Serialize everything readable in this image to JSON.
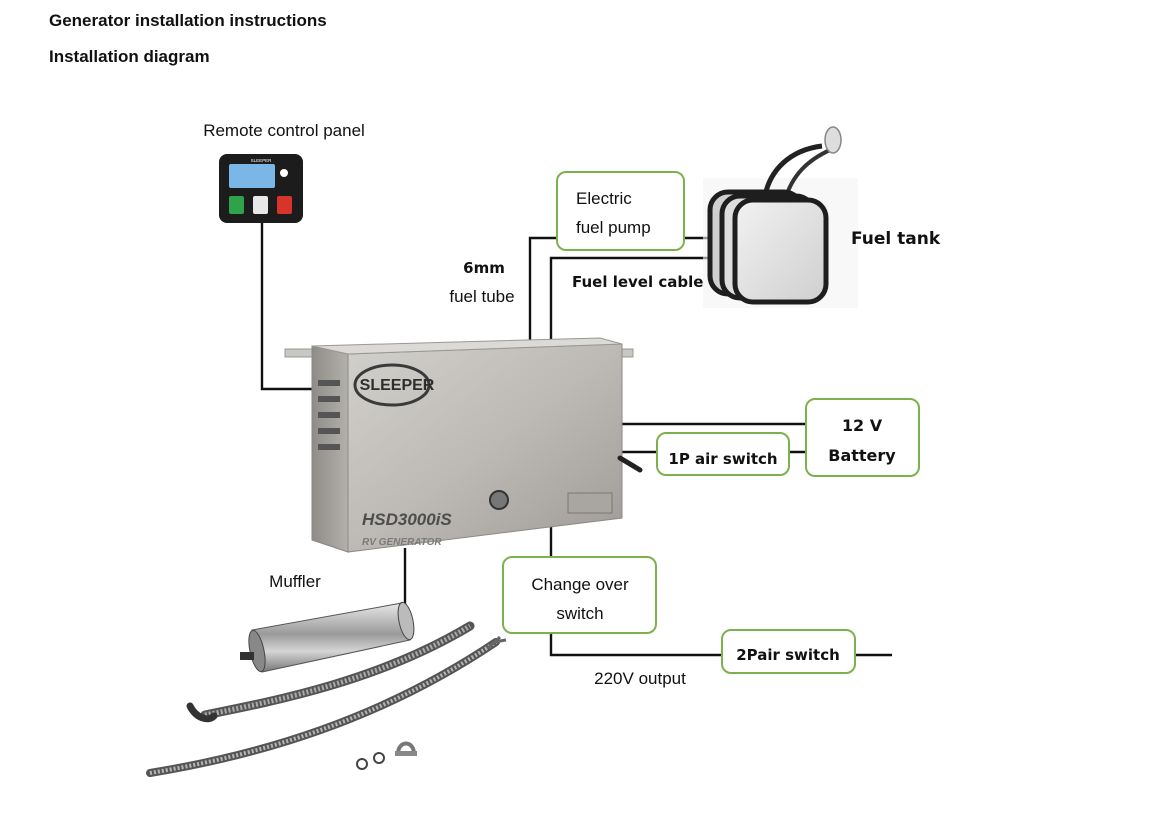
{
  "header": {
    "title": "Generator installation instructions",
    "subtitle": "Installation diagram"
  },
  "labels": {
    "remote_panel": "Remote control panel",
    "electric_pump_line1": "Electric",
    "electric_pump_line2": "fuel pump",
    "fuel_tank": "Fuel tank",
    "fuel_tube_line1": "6mm",
    "fuel_tube_line2": "fuel tube",
    "fuel_level_cable": "Fuel level cable",
    "battery_line1": "12 V",
    "battery_line2": "Battery",
    "air_switch": "1P air switch",
    "changeover_line1": "Change over",
    "changeover_line2": "switch",
    "pair_switch": "2Pair switch",
    "output": "220V output",
    "muffler": "Muffler"
  },
  "product": {
    "brand": "SLEEPER",
    "model": "HSD3000iS",
    "model_sub": "RV GENERATOR"
  },
  "colors": {
    "box_border": "#7cb24e",
    "wire": "#111111",
    "generator_body": "#b9b6b1"
  }
}
